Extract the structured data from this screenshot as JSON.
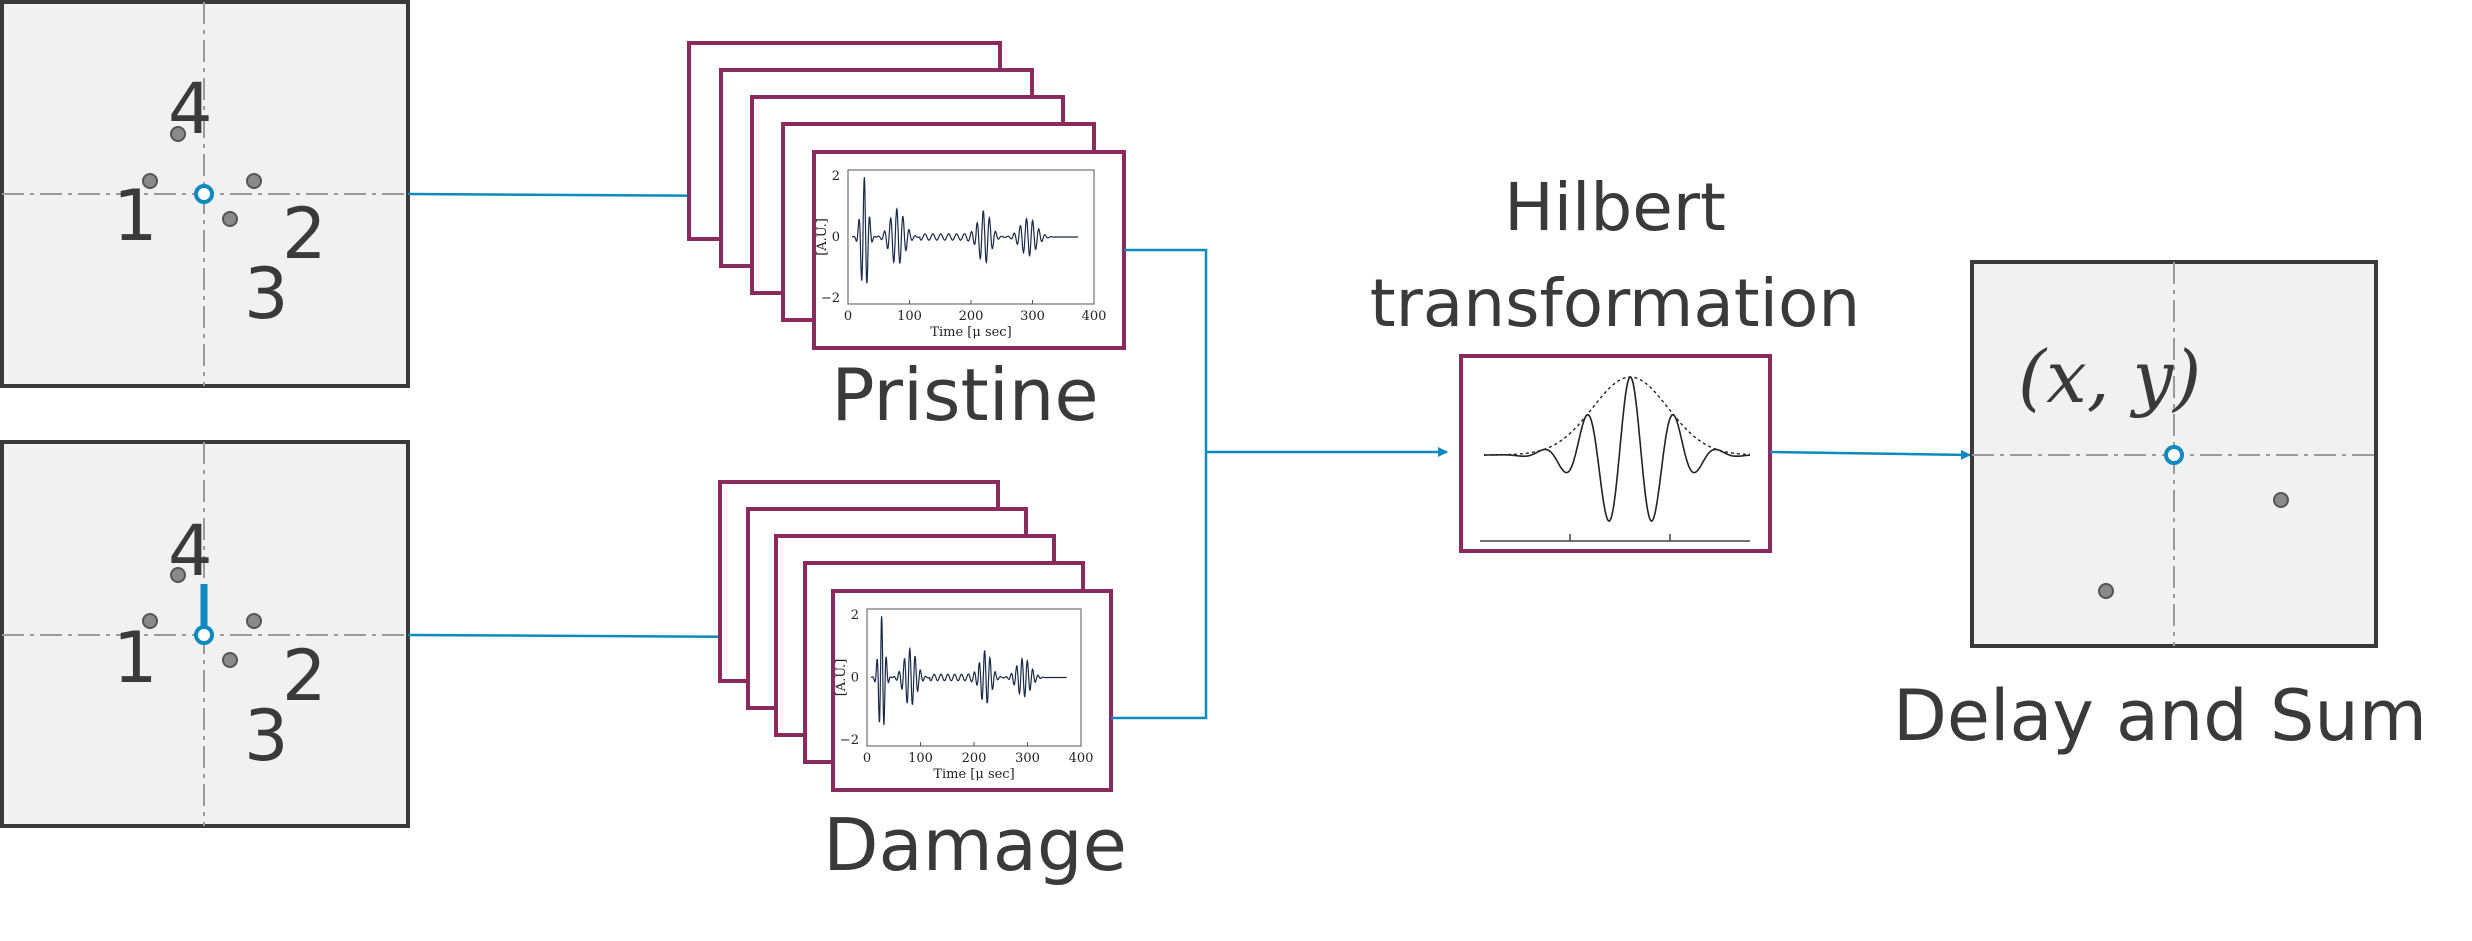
{
  "colors": {
    "accent_blue": "#0f8ac0",
    "frame_purple": "#8b2a5c",
    "panel_fill": "#f1f1f1",
    "panel_border": "#3a3a3a",
    "text": "#3a3a3a",
    "sensor_fill": "#8a8a8a"
  },
  "sensor_labels": [
    "1",
    "2",
    "3",
    "4"
  ],
  "pristine_label": "Pristine",
  "damage_label": "Damage",
  "hilbert_title_line1": "Hilbert",
  "hilbert_title_line2": "transformation",
  "das_coordinate": "(x, y)",
  "das_label": "Delay and Sum",
  "signal_plot": {
    "y_ticks": [
      "2",
      "0",
      "−2"
    ],
    "x_ticks": [
      "0",
      "100",
      "200",
      "300",
      "400"
    ],
    "y_axis_label": "[A.U.]",
    "x_axis_label": "Time [μ sec]"
  }
}
